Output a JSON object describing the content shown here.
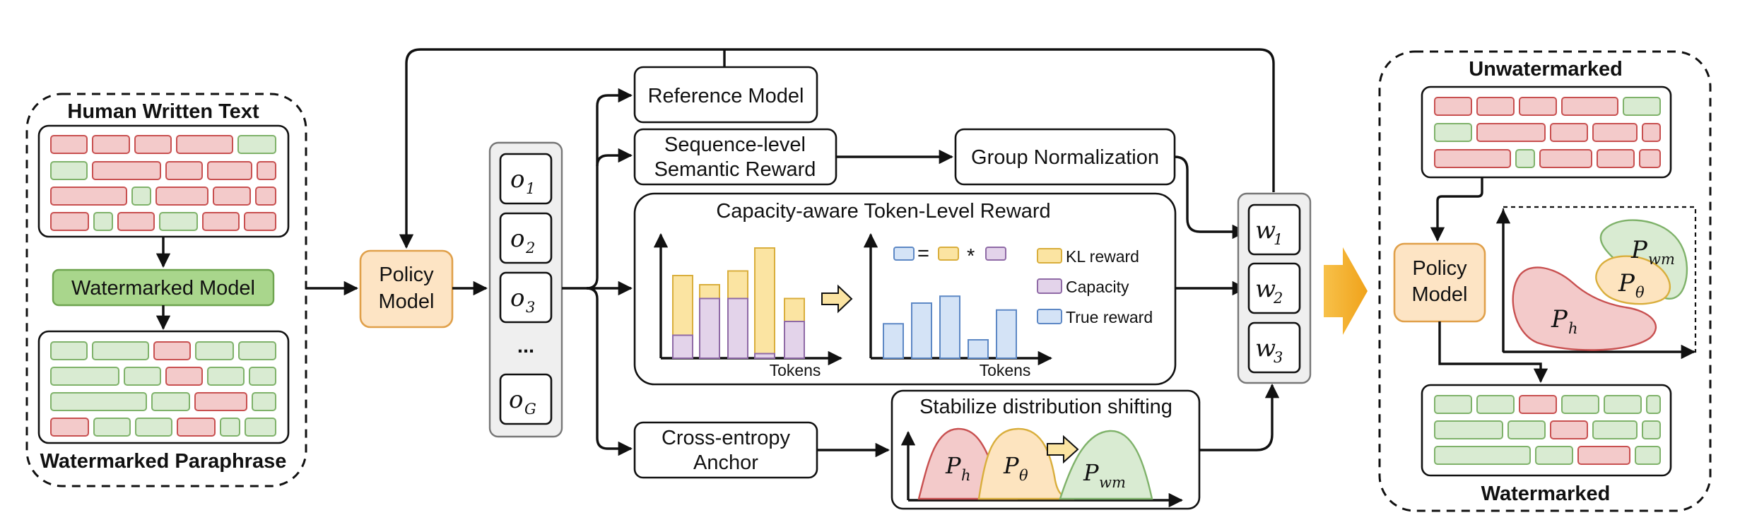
{
  "left": {
    "human_text": "Human Written Text",
    "watermarked_model": "Watermarked Model",
    "paraphrase": "Watermarked Paraphrase"
  },
  "policy": {
    "line1": "Policy",
    "line2": "Model"
  },
  "outputs": {
    "o": "o",
    "s1": "1",
    "s2": "2",
    "s3": "3",
    "dots": "...",
    "sG": "G"
  },
  "center": {
    "reference_model": "Reference Model",
    "semantic_reward_l1": "Sequence-level",
    "semantic_reward_l2": "Semantic Reward",
    "group_norm": "Group Normalization",
    "token_reward_title": "Capacity-aware Token-Level Reward",
    "eq_sign": "=",
    "mul_sign": "*",
    "tokens_label": "Tokens",
    "legend": {
      "kl": "KL reward",
      "capacity": "Capacity",
      "true": "True reward"
    },
    "ce_anchor_l1": "Cross-entropy",
    "ce_anchor_l2": "Anchor",
    "stabilize_title": "Stabilize distribution shifting"
  },
  "weights": {
    "w": "w",
    "s1": "1",
    "s2": "2",
    "s3": "3"
  },
  "math": {
    "P": "P",
    "h": "h",
    "theta": "θ",
    "wm": "wm"
  },
  "right": {
    "unwatermarked": "Unwatermarked",
    "policy_l1": "Policy",
    "policy_l2": "Model",
    "watermarked": "Watermarked"
  },
  "chart_data": [
    {
      "type": "bar",
      "series": [
        {
          "name": "KL reward",
          "values": [
            1.8,
            1.6,
            1.9,
            2.4,
            1.3
          ]
        },
        {
          "name": "Capacity",
          "values": [
            0.5,
            1.3,
            1.3,
            0.1,
            0.8
          ]
        }
      ],
      "xlabel": "Tokens"
    },
    {
      "type": "bar",
      "series": [
        {
          "name": "True reward",
          "values": [
            0.75,
            1.2,
            1.35,
            0.4,
            1.05
          ]
        }
      ],
      "xlabel": "Tokens"
    }
  ]
}
